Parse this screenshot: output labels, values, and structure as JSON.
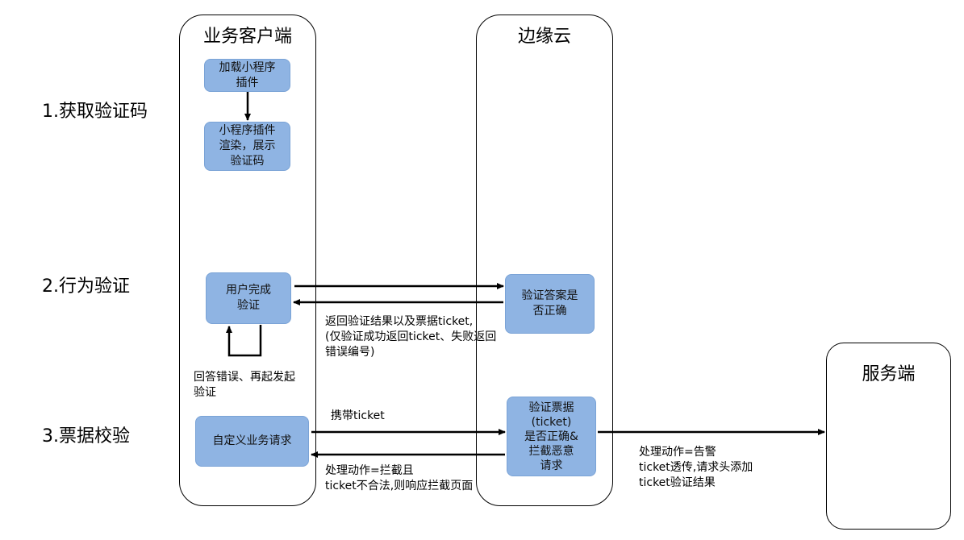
{
  "lanes": {
    "client": "业务客户端",
    "edge": "边缘云",
    "server": "服务端"
  },
  "steps": {
    "s1": "1.获取验证码",
    "s2": "2.行为验证",
    "s3": "3.票据校验"
  },
  "boxes": {
    "load_plugin": "加载小程序\n插件",
    "render": "小程序插件\n渲染，展示\n验证码",
    "user_complete": "用户完成\n验证",
    "verify_answer": "验证答案是\n否正确",
    "custom_request": "自定义业务请求",
    "verify_ticket": "验证票据\n(ticket)\n是否正确&\n拦截恶意\n请求"
  },
  "notes": {
    "return_result": "返回验证结果以及票据ticket,\n(仅验证成功返回ticket、失败返回\n错误编号)",
    "retry": "回答错误、再起发起\n验证",
    "carry_ticket": "携带ticket",
    "intercept": "处理动作=拦截且\nticket不合法,则响应拦截页面",
    "alert": "处理动作=告警\nticket透传,请求头添加\nticket验证结果"
  }
}
